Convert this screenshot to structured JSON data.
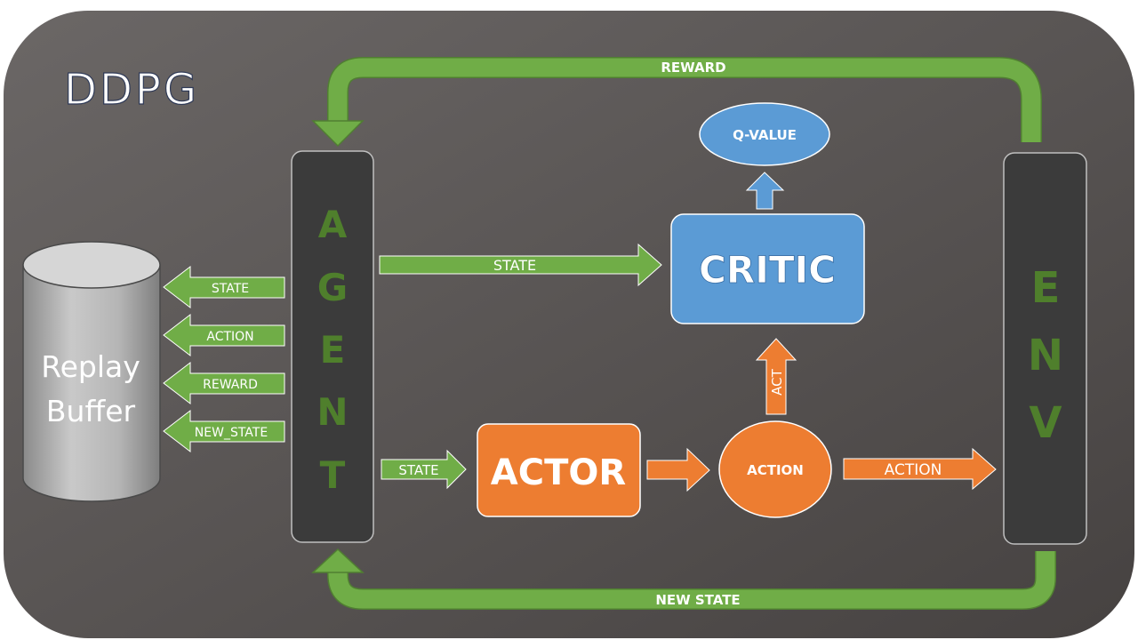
{
  "title": "DDPG",
  "colors": {
    "panel_top": "#5a5655",
    "panel_bottom": "#4a4644",
    "green": "#70ad47",
    "green_dark": "#507e32",
    "green_letter": "#4f7f2c",
    "orange": "#ed7d31",
    "blue": "#5b9bd5",
    "column": "#3b3b3b"
  },
  "agent": {
    "letters": [
      "A",
      "G",
      "E",
      "N",
      "T"
    ]
  },
  "env": {
    "letters": [
      "E",
      "N",
      "V"
    ]
  },
  "replay_buffer": {
    "line1": "Replay",
    "line2": "Buffer"
  },
  "buffer_arrows": [
    "STATE",
    "ACTION",
    "REWARD",
    "NEW_STATE"
  ],
  "critic": {
    "label": "CRITIC"
  },
  "actor": {
    "label": "ACTOR"
  },
  "q_value": {
    "label": "Q-VALUE"
  },
  "action_node": {
    "label": "ACTION"
  },
  "arrows": {
    "reward": "REWARD",
    "new_state": "NEW STATE",
    "state_to_critic": "STATE",
    "state_to_actor": "STATE",
    "action_to_env": "ACTION",
    "act_to_critic": "ACT"
  }
}
